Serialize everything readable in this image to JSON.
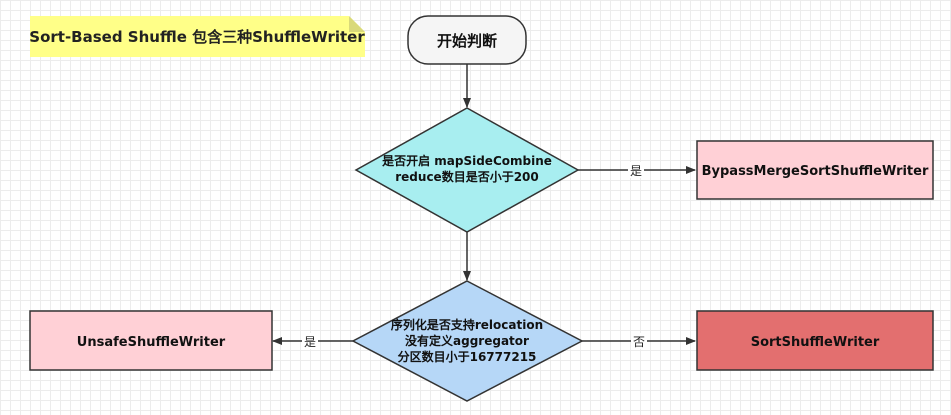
{
  "diagram": {
    "note": "Sort-Based Shuffle 包含三种ShuffleWriter",
    "start": "开始判断",
    "decision1": {
      "line1": "是否开启 mapSideCombine",
      "line2": "reduce数目是否小于200"
    },
    "decision2": {
      "line1": "序列化是否支持relocation",
      "line2": "没有定义aggregator",
      "line3": "分区数目小于16777215"
    },
    "bypass_writer": "BypassMergeSortShuffleWriter",
    "unsafe_writer": "UnsafeShuffleWriter",
    "sort_writer": "SortShuffleWriter",
    "edge_labels": {
      "d1_yes": "是",
      "d2_yes": "是",
      "d2_no": "否"
    },
    "colors": {
      "note_fill": "#ffff88",
      "note_fold": "#d9d97a",
      "start_fill": "#f5f5f5",
      "decision1_fill": "#a8eef0",
      "decision2_fill": "#b6d7f7",
      "pink_box_fill": "#ffd0d6",
      "red_box_fill": "#e36f6f",
      "stroke": "#333333"
    }
  }
}
